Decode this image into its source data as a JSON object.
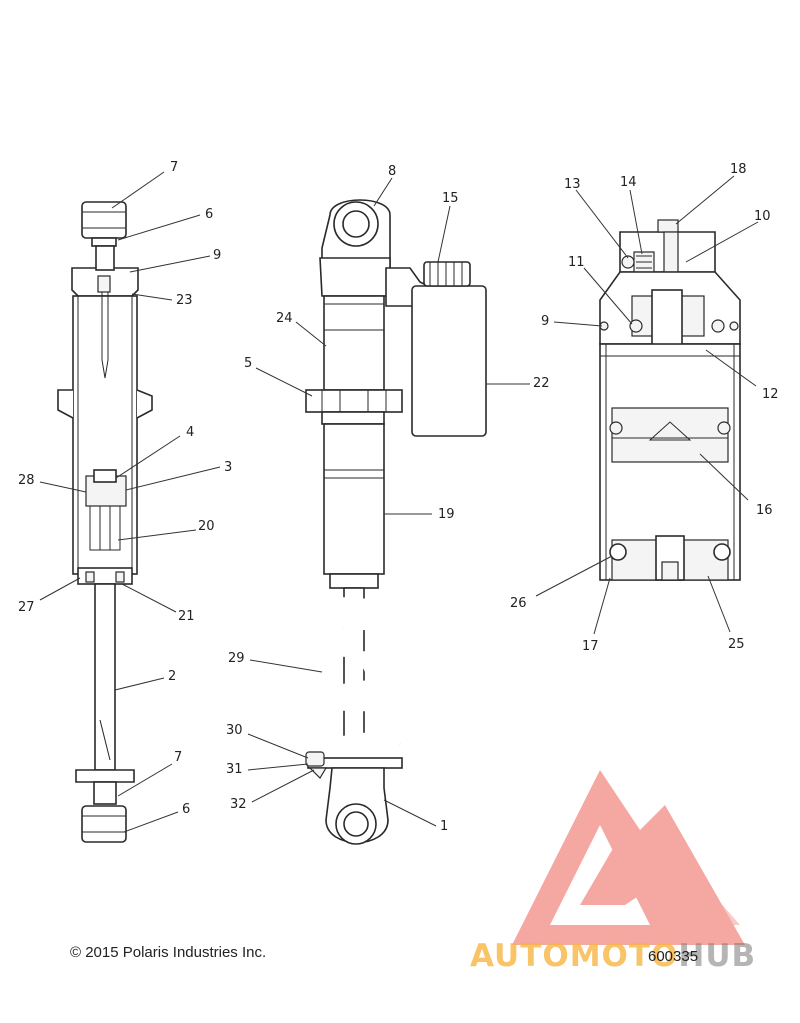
{
  "copyright": "© 2015 Polaris Industries Inc.",
  "diagram_number": "600335",
  "watermark": {
    "brand_part1": "AUTOMOTO",
    "brand_part2": "HUB",
    "logo_color": "#f08a80",
    "brand_color_part1": "#f7b441",
    "brand_color_part2": "#7a7a7a"
  },
  "callouts": {
    "left": [
      "7",
      "6",
      "9",
      "23",
      "4",
      "3",
      "28",
      "20",
      "27",
      "21",
      "2",
      "7",
      "6"
    ],
    "center": [
      "8",
      "15",
      "24",
      "5",
      "22",
      "19",
      "29",
      "30",
      "31",
      "32",
      "1"
    ],
    "right": [
      "13",
      "14",
      "18",
      "10",
      "11",
      "9",
      "12",
      "16",
      "26",
      "17",
      "25"
    ]
  }
}
